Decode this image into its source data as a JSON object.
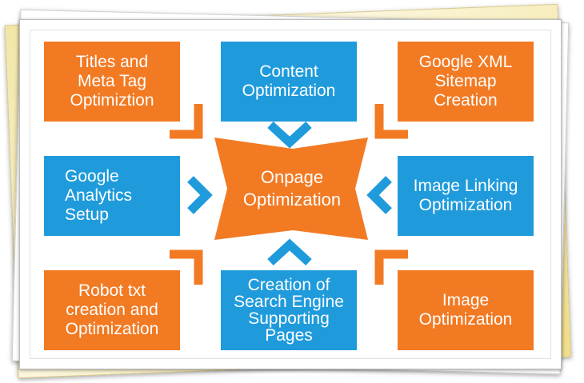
{
  "diagram": {
    "center": "Onpage\nOptimization",
    "nodes": {
      "titles_meta": "Titles and\nMeta Tag\nOptimiztion",
      "content": "Content\nOptimization",
      "google_xml": "Google XML\nSitemap\nCreation",
      "google_analytics": "Google\nAnalytics\nSetup",
      "image_linking": "Image Linking\nOptimization",
      "robot_txt": "Robot txt\ncreation and\nOptimization",
      "search_engine_pages": "Creation of\nSearch Engine\nSupporting\nPages",
      "image_opt": "Image\nOptimization"
    }
  },
  "colors": {
    "orange": "#f27a23",
    "blue": "#1f9bdc",
    "arrow_orange": "#f27a23",
    "arrow_blue": "#1f9bdc"
  },
  "icons": [
    "chevron-arrow-icon"
  ]
}
